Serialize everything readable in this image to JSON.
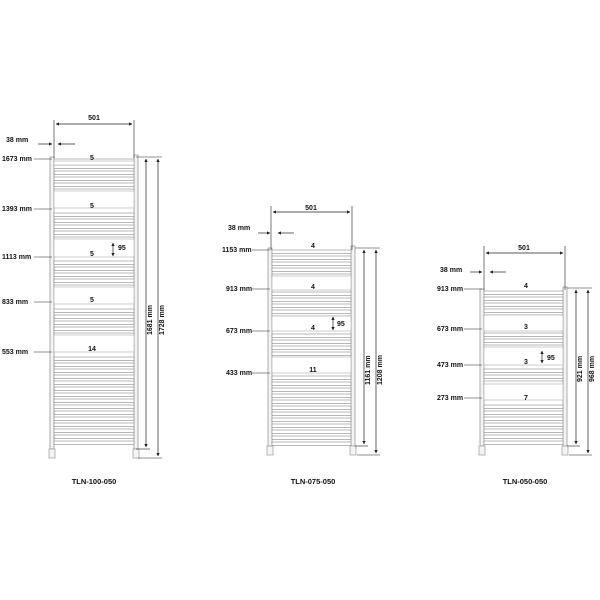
{
  "diagrams": [
    {
      "model": "TLN-100-050",
      "width_label": "501",
      "offset_label": "38 mm",
      "heights": [
        "1673 mm",
        "1393 mm",
        "1113 mm",
        "833 mm",
        "553 mm"
      ],
      "gap_counts": [
        "5",
        "5",
        "5",
        "5",
        "14"
      ],
      "spacing_label": "95",
      "inner_height": "1681 mm",
      "total_height": "1728 mm"
    },
    {
      "model": "TLN-075-050",
      "width_label": "501",
      "offset_label": "38 mm",
      "heights": [
        "1153 mm",
        "913 mm",
        "673 mm",
        "433 mm"
      ],
      "gap_counts": [
        "4",
        "4",
        "4",
        "11"
      ],
      "spacing_label": "95",
      "inner_height": "1161 mm",
      "total_height": "1208 mm"
    },
    {
      "model": "TLN-050-050",
      "width_label": "501",
      "offset_label": "38 mm",
      "heights": [
        "913 mm",
        "673 mm",
        "473 mm",
        "273 mm"
      ],
      "gap_counts": [
        "4",
        "3",
        "3",
        "7"
      ],
      "spacing_label": "95",
      "inner_height": "921 mm",
      "total_height": "968 mm"
    }
  ],
  "colors": {
    "line": "#222222",
    "rail": "#8a8a8a",
    "frame": "#9a9a9a"
  }
}
